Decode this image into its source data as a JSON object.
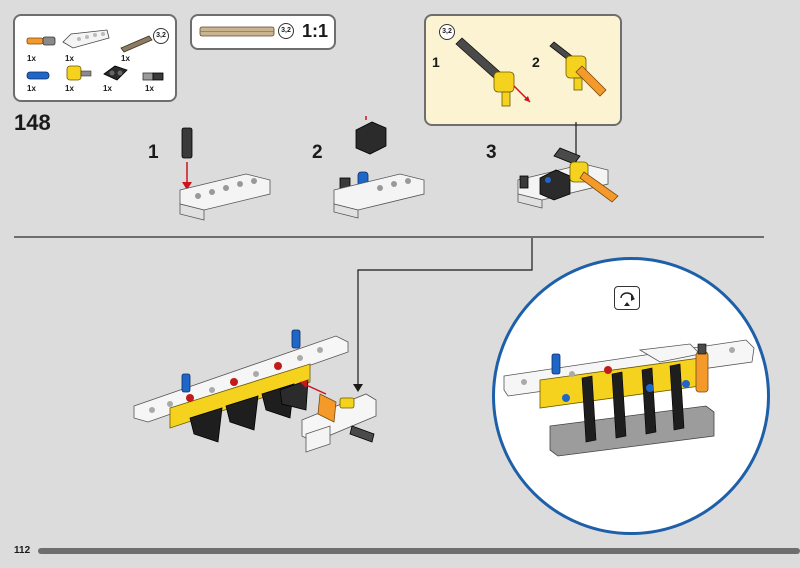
{
  "parts_box": {
    "items": [
      {
        "qty": "1x",
        "name": "orange-axle-pin-icon"
      },
      {
        "qty": "1x",
        "name": "white-bent-beam-icon"
      },
      {
        "qty": "1x",
        "name": "tan-axle-icon"
      },
      {
        "qty": "1x",
        "name": "blue-pin-icon"
      },
      {
        "qty": "1x",
        "name": "yellow-connector-icon"
      },
      {
        "qty": "1x",
        "name": "black-connector-icon"
      },
      {
        "qty": "1x",
        "name": "grey-pin-icon"
      }
    ],
    "length_badge": "3,2"
  },
  "scale_box": {
    "length_badge": "3,2",
    "scale": "1:1"
  },
  "step_number": "148",
  "substeps": [
    "1",
    "2",
    "3"
  ],
  "callout": {
    "steps": [
      "1",
      "2"
    ],
    "length_badge": "3,2"
  },
  "page_number": "112",
  "colors": {
    "background": "#dcdcdc",
    "callout_bg": "#fbf3d2",
    "circle_border": "#1d5fa8",
    "arrow_red": "#d0121b"
  }
}
